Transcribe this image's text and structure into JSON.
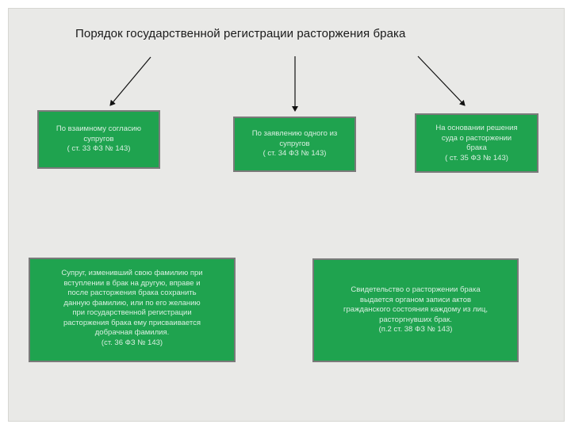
{
  "title": "Порядок государственной регистрации расторжения брака",
  "colors": {
    "box_fill": "#1fa34f",
    "box_border": "#7a7a7a",
    "box_text": "#d9efe1",
    "background": "#e9e9e7"
  },
  "boxes": [
    {
      "lines": [
        "По взаимному согласию",
        "супругов",
        "( ст. 33 ФЗ № 143)"
      ]
    },
    {
      "lines": [
        "По заявлению одного из",
        "супругов",
        "( ст. 34 ФЗ № 143)"
      ]
    },
    {
      "lines": [
        "На основании решения",
        "суда о расторжении",
        "брака",
        "( ст. 35 ФЗ № 143)"
      ]
    },
    {
      "lines": [
        "Супруг, изменивший свою фамилию при",
        "вступлении в брак на другую, вправе и",
        "после расторжения брака сохранить",
        "данную фамилию, или по его желанию",
        "при государственной регистрации",
        "расторжения брака ему присваивается",
        "добрачная фамилия.",
        "(ст. 36 ФЗ № 143)"
      ]
    },
    {
      "lines": [
        "Свидетельство о расторжении брака",
        "выдается органом записи актов",
        "гражданского состояния каждому из лиц,",
        "расторгнувших брак.",
        "(п.2 ст. 38 ФЗ № 143)"
      ]
    }
  ]
}
